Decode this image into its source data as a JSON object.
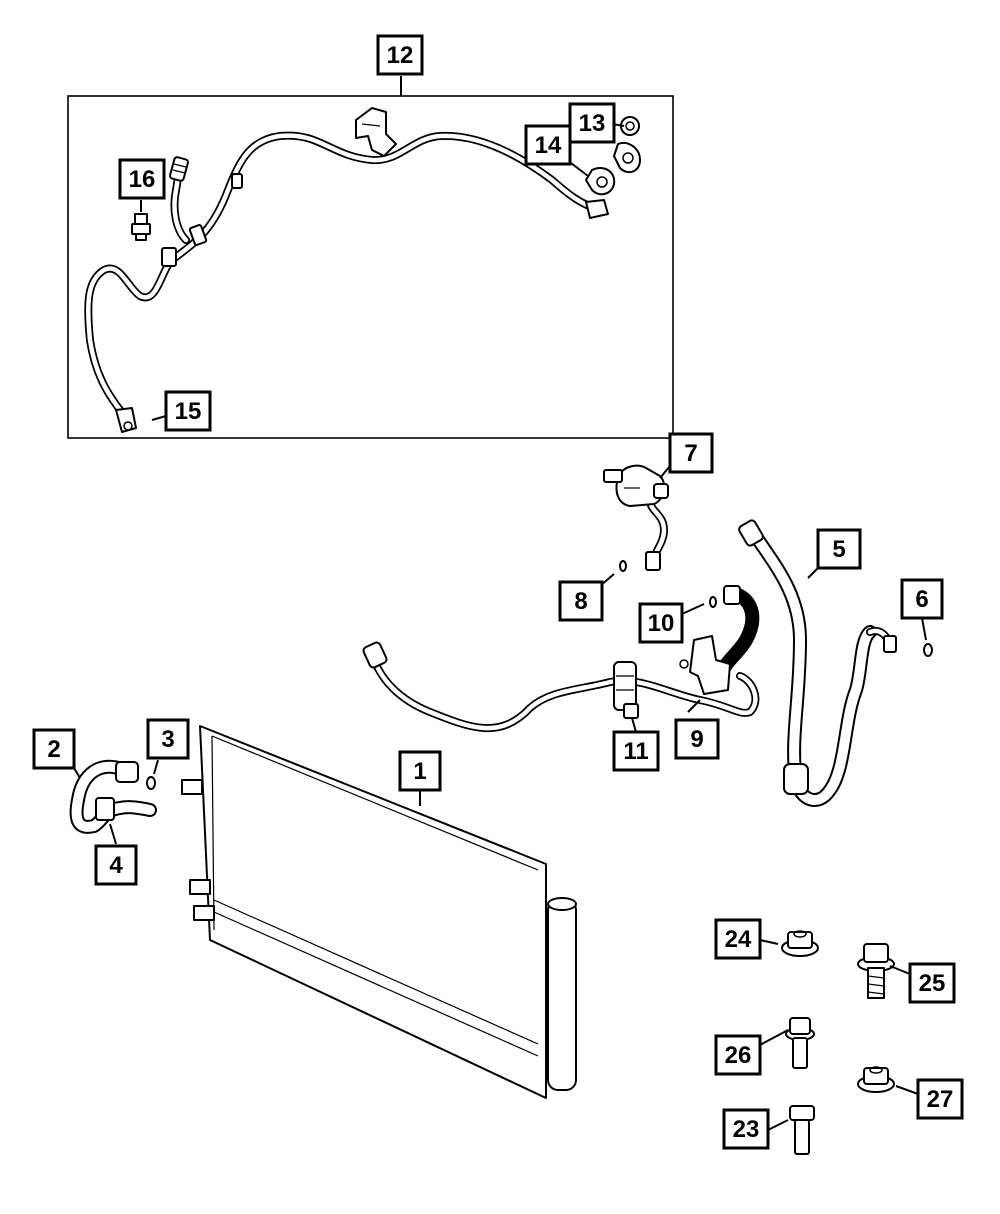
{
  "diagram": {
    "callouts": [
      {
        "id": "c12",
        "label": "12"
      },
      {
        "id": "c13",
        "label": "13"
      },
      {
        "id": "c14",
        "label": "14"
      },
      {
        "id": "c16",
        "label": "16"
      },
      {
        "id": "c15",
        "label": "15"
      },
      {
        "id": "c7",
        "label": "7"
      },
      {
        "id": "c5",
        "label": "5"
      },
      {
        "id": "c6",
        "label": "6"
      },
      {
        "id": "c8",
        "label": "8"
      },
      {
        "id": "c10",
        "label": "10"
      },
      {
        "id": "c11",
        "label": "11"
      },
      {
        "id": "c9",
        "label": "9"
      },
      {
        "id": "c2",
        "label": "2"
      },
      {
        "id": "c3",
        "label": "3"
      },
      {
        "id": "c1",
        "label": "1"
      },
      {
        "id": "c4",
        "label": "4"
      },
      {
        "id": "c24",
        "label": "24"
      },
      {
        "id": "c25",
        "label": "25"
      },
      {
        "id": "c26",
        "label": "26"
      },
      {
        "id": "c27",
        "label": "27"
      },
      {
        "id": "c23",
        "label": "23"
      }
    ]
  }
}
